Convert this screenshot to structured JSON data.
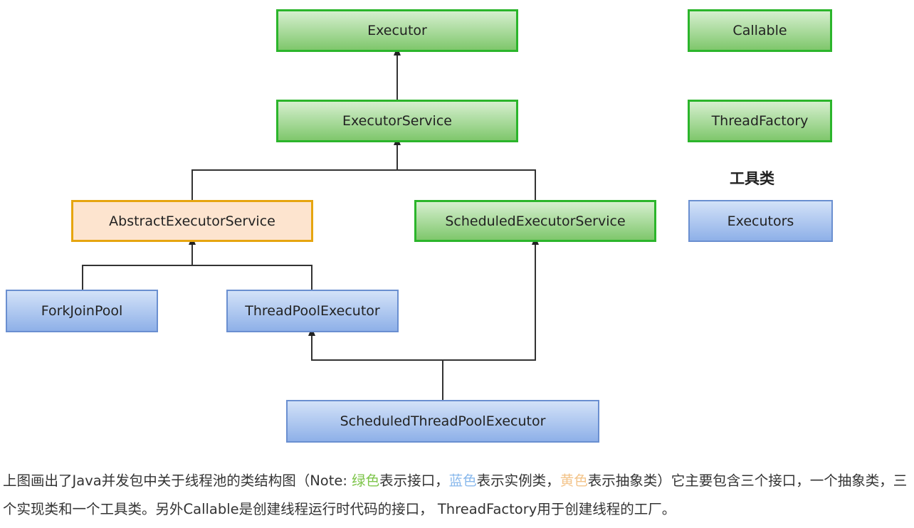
{
  "nodes": {
    "executor": {
      "label": "Executor",
      "kind": "interface"
    },
    "executor_service": {
      "label": "ExecutorService",
      "kind": "interface"
    },
    "abstract_executor_service": {
      "label": "AbstractExecutorService",
      "kind": "abstract"
    },
    "scheduled_executor_service": {
      "label": "ScheduledExecutorService",
      "kind": "interface"
    },
    "fork_join_pool": {
      "label": "ForkJoinPool",
      "kind": "class"
    },
    "thread_pool_executor": {
      "label": "ThreadPoolExecutor",
      "kind": "class"
    },
    "scheduled_thread_pool_executor": {
      "label": "ScheduledThreadPoolExecutor",
      "kind": "class"
    },
    "callable": {
      "label": "Callable",
      "kind": "interface"
    },
    "thread_factory": {
      "label": "ThreadFactory",
      "kind": "interface"
    },
    "executors": {
      "label": "Executors",
      "kind": "class"
    }
  },
  "edges": [
    {
      "from": "executor_service",
      "to": "executor"
    },
    {
      "from": "abstract_executor_service",
      "to": "executor_service"
    },
    {
      "from": "scheduled_executor_service",
      "to": "executor_service"
    },
    {
      "from": "fork_join_pool",
      "to": "abstract_executor_service"
    },
    {
      "from": "thread_pool_executor",
      "to": "abstract_executor_service"
    },
    {
      "from": "scheduled_thread_pool_executor",
      "to": "thread_pool_executor"
    },
    {
      "from": "scheduled_thread_pool_executor",
      "to": "scheduled_executor_service"
    }
  ],
  "tool_label": "工具类",
  "caption": {
    "part1": "上图画出了Java并发包中关于线程池的类结构图（Note: ",
    "green_word": "绿色",
    "part2": "表示接口，",
    "blue_word": "蓝色",
    "part3": "表示实例类，",
    "yellow_word": "黄色",
    "part4": "表示抽象类）它主要包含三个接口，一个抽象类，三个实现类和一个工具类。另外Callable是创建线程运行时代码的接口， ThreadFactory用于创建线程的工厂。"
  },
  "colors": {
    "interface": "#2bb52b",
    "class": "#6a8fd0",
    "abstract": "#e6a510",
    "connector": "#333333"
  }
}
